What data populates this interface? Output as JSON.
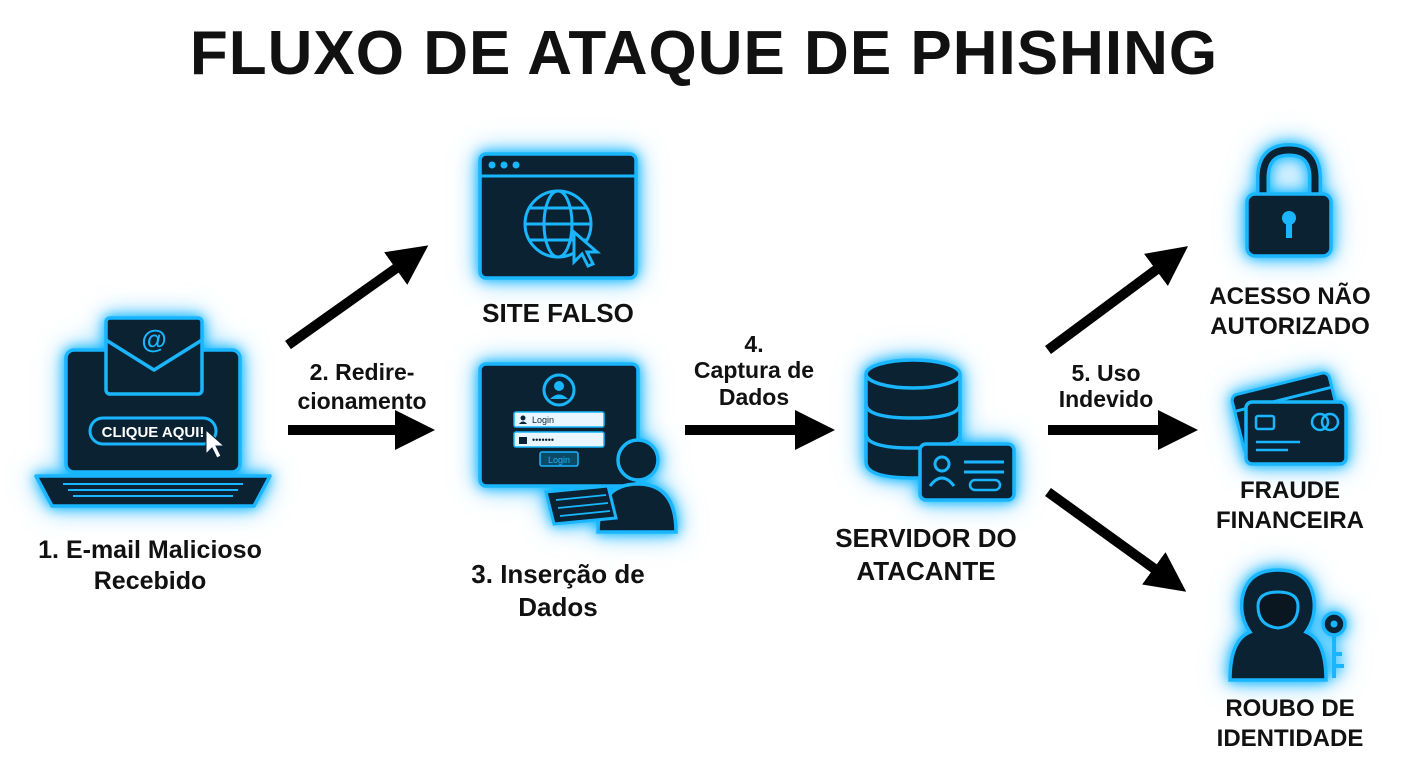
{
  "title": "FLUXO DE ATAQUE DE PHISHING",
  "colors": {
    "icon_fill": "#0b2233",
    "neon": "#19b6ff",
    "arrow": "#000000",
    "background": "#ffffff"
  },
  "nodes": {
    "email": {
      "icon": "laptop-email-icon",
      "button_text": "CLIQUE AQUI!",
      "line1": "1. E-mail Malicioso",
      "line2": "Recebido"
    },
    "site": {
      "icon": "browser-globe-icon",
      "line1": "SITE FALSO"
    },
    "input": {
      "icon": "login-form-icon",
      "field_login": "Login",
      "field_password": "•••••••",
      "button": "Login",
      "line1": "3. Inserção de",
      "line2": "Dados"
    },
    "server": {
      "icon": "database-server-icon",
      "line1": "SERVIDOR DO",
      "line2": "ATACANTE"
    },
    "access": {
      "icon": "padlock-icon",
      "line1": "ACESSO NÃO",
      "line2": "AUTORIZADO"
    },
    "fraud": {
      "icon": "credit-card-icon",
      "line1": "FRAUDE",
      "line2": "FINANCEIRA"
    },
    "identity": {
      "icon": "hacker-key-icon",
      "line1": "ROUBO DE",
      "line2": "IDENTIDADE"
    }
  },
  "steps": {
    "redirect": {
      "line1": "2. Redire-",
      "line2": "cionamento"
    },
    "capture": {
      "line1": "4.",
      "line2": "Captura de",
      "line3": "Dados"
    },
    "misuse": {
      "line1": "5. Uso",
      "line2": "Indevido"
    }
  }
}
